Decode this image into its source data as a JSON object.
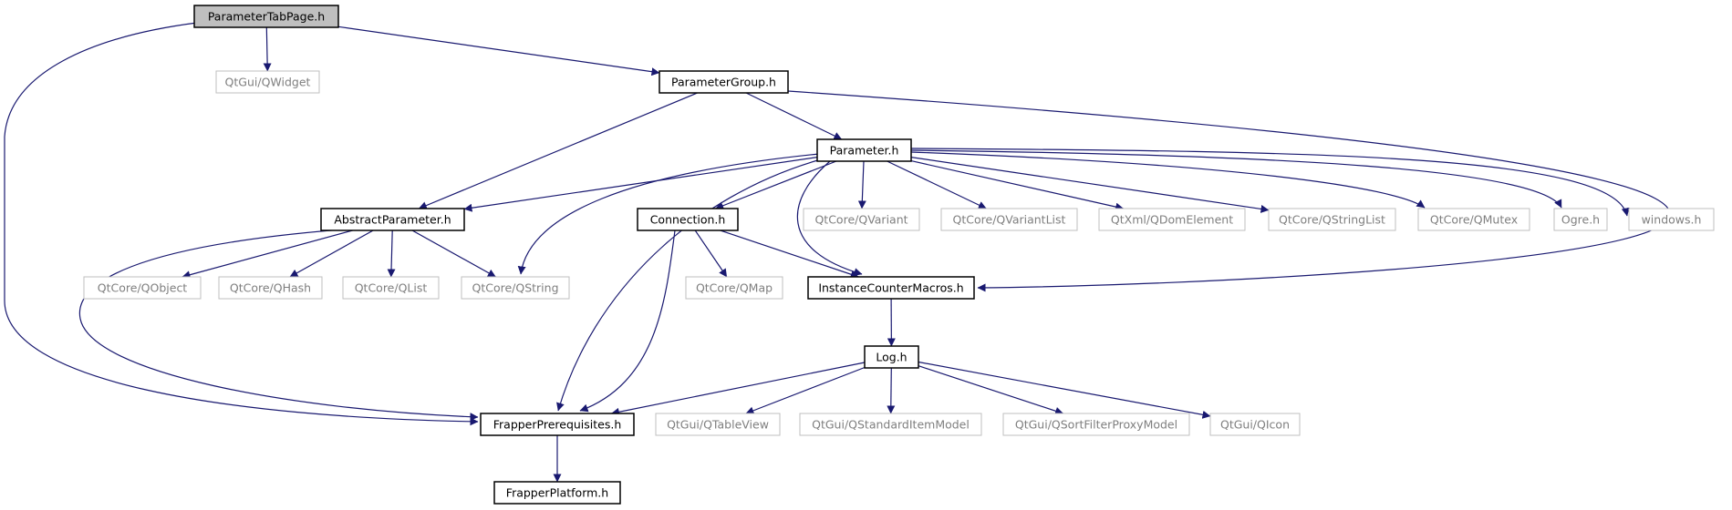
{
  "nodes": [
    {
      "id": "ParameterTabPage",
      "label": "ParameterTabPage.h",
      "kind": "root"
    },
    {
      "id": "QWidget",
      "label": "QtGui/QWidget",
      "kind": "external"
    },
    {
      "id": "ParameterGroup",
      "label": "ParameterGroup.h",
      "kind": "header"
    },
    {
      "id": "Parameter",
      "label": "Parameter.h",
      "kind": "header"
    },
    {
      "id": "AbstractParameter",
      "label": "AbstractParameter.h",
      "kind": "header"
    },
    {
      "id": "Connection",
      "label": "Connection.h",
      "kind": "header"
    },
    {
      "id": "QVariant",
      "label": "QtCore/QVariant",
      "kind": "external"
    },
    {
      "id": "QVariantList",
      "label": "QtCore/QVariantList",
      "kind": "external"
    },
    {
      "id": "QDomElement",
      "label": "QtXml/QDomElement",
      "kind": "external"
    },
    {
      "id": "QStringList",
      "label": "QtCore/QStringList",
      "kind": "external"
    },
    {
      "id": "QMutex",
      "label": "QtCore/QMutex",
      "kind": "external"
    },
    {
      "id": "Ogre",
      "label": "Ogre.h",
      "kind": "external"
    },
    {
      "id": "windows",
      "label": "windows.h",
      "kind": "external"
    },
    {
      "id": "QObject",
      "label": "QtCore/QObject",
      "kind": "external"
    },
    {
      "id": "QHash",
      "label": "QtCore/QHash",
      "kind": "external"
    },
    {
      "id": "QList",
      "label": "QtCore/QList",
      "kind": "external"
    },
    {
      "id": "QString",
      "label": "QtCore/QString",
      "kind": "external"
    },
    {
      "id": "QMap",
      "label": "QtCore/QMap",
      "kind": "external"
    },
    {
      "id": "InstanceCounterMacros",
      "label": "InstanceCounterMacros.h",
      "kind": "header"
    },
    {
      "id": "Log",
      "label": "Log.h",
      "kind": "header"
    },
    {
      "id": "FrapperPrerequisites",
      "label": "FrapperPrerequisites.h",
      "kind": "header"
    },
    {
      "id": "QTableView",
      "label": "QtGui/QTableView",
      "kind": "external"
    },
    {
      "id": "QStandardItemModel",
      "label": "QtGui/QStandardItemModel",
      "kind": "external"
    },
    {
      "id": "QSortFilterProxyModel",
      "label": "QtGui/QSortFilterProxyModel",
      "kind": "external"
    },
    {
      "id": "QIcon",
      "label": "QtGui/QIcon",
      "kind": "external"
    },
    {
      "id": "FrapperPlatform",
      "label": "FrapperPlatform.h",
      "kind": "header"
    }
  ],
  "edges": [
    {
      "from": "ParameterTabPage",
      "to": "QWidget"
    },
    {
      "from": "ParameterTabPage",
      "to": "ParameterGroup"
    },
    {
      "from": "ParameterTabPage",
      "to": "FrapperPrerequisites"
    },
    {
      "from": "ParameterGroup",
      "to": "Parameter"
    },
    {
      "from": "ParameterGroup",
      "to": "AbstractParameter"
    },
    {
      "from": "ParameterGroup",
      "to": "InstanceCounterMacros"
    },
    {
      "from": "Parameter",
      "to": "AbstractParameter"
    },
    {
      "from": "Parameter",
      "to": "QString"
    },
    {
      "from": "Parameter",
      "to": "FrapperPrerequisites"
    },
    {
      "from": "Parameter",
      "to": "Connection"
    },
    {
      "from": "Parameter",
      "to": "InstanceCounterMacros"
    },
    {
      "from": "Parameter",
      "to": "QVariant"
    },
    {
      "from": "Parameter",
      "to": "QVariantList"
    },
    {
      "from": "Parameter",
      "to": "QDomElement"
    },
    {
      "from": "Parameter",
      "to": "QStringList"
    },
    {
      "from": "Parameter",
      "to": "QMutex"
    },
    {
      "from": "Parameter",
      "to": "Ogre"
    },
    {
      "from": "Parameter",
      "to": "windows"
    },
    {
      "from": "AbstractParameter",
      "to": "QObject"
    },
    {
      "from": "AbstractParameter",
      "to": "QHash"
    },
    {
      "from": "AbstractParameter",
      "to": "QList"
    },
    {
      "from": "AbstractParameter",
      "to": "QString"
    },
    {
      "from": "AbstractParameter",
      "to": "FrapperPrerequisites"
    },
    {
      "from": "Connection",
      "to": "QMap"
    },
    {
      "from": "Connection",
      "to": "InstanceCounterMacros"
    },
    {
      "from": "Connection",
      "to": "FrapperPrerequisites"
    },
    {
      "from": "InstanceCounterMacros",
      "to": "Log"
    },
    {
      "from": "Log",
      "to": "FrapperPrerequisites"
    },
    {
      "from": "Log",
      "to": "QTableView"
    },
    {
      "from": "Log",
      "to": "QStandardItemModel"
    },
    {
      "from": "Log",
      "to": "QSortFilterProxyModel"
    },
    {
      "from": "Log",
      "to": "QIcon"
    },
    {
      "from": "FrapperPrerequisites",
      "to": "FrapperPlatform"
    }
  ],
  "colors": {
    "edge": "#191970",
    "root_fill": "#bfbfbf",
    "header_border": "#000000",
    "external_border": "#bfbfbf",
    "external_text": "#7f7f7f",
    "header_text": "#000000"
  }
}
